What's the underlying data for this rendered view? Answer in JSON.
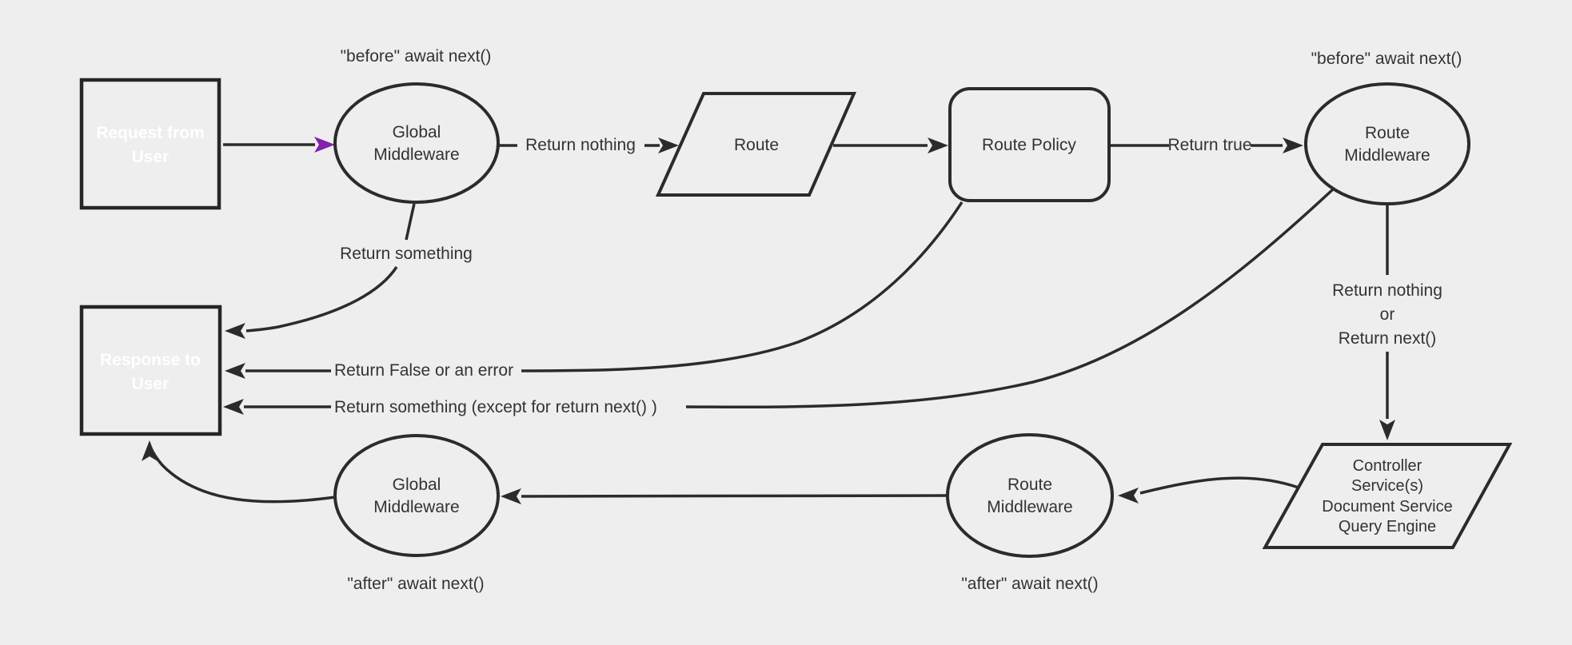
{
  "canvas": {
    "background": "#efeeee",
    "line_color": "#2b2b2b",
    "label_color": "#333333",
    "terminal_fill": "#7c2297",
    "terminal_border": "#262626",
    "terminal_text_color": "#ffffff",
    "request_arrow_color": "#8322ab"
  },
  "nodes": {
    "request": {
      "shape": "rectangle",
      "lines": [
        "Request from",
        "User"
      ]
    },
    "response": {
      "shape": "rectangle",
      "lines": [
        "Response to",
        "User"
      ]
    },
    "global_middleware_top": {
      "shape": "ellipse",
      "lines": [
        "Global",
        "Middleware"
      ]
    },
    "route": {
      "shape": "parallelogram",
      "label": "Route"
    },
    "route_policy": {
      "shape": "rounded-rectangle",
      "label": "Route Policy"
    },
    "route_middleware_top": {
      "shape": "ellipse",
      "lines": [
        "Route",
        "Middleware"
      ]
    },
    "controller": {
      "shape": "parallelogram",
      "lines": [
        "Controller",
        "Service(s)",
        "Document Service",
        "Query Engine"
      ]
    },
    "route_middleware_bottom": {
      "shape": "ellipse",
      "lines": [
        "Route",
        "Middleware"
      ]
    },
    "global_middleware_bottom": {
      "shape": "ellipse",
      "lines": [
        "Global",
        "Middleware"
      ]
    }
  },
  "edge_labels": {
    "before_await_next_left": "\"before\" await next()",
    "before_await_next_right": "\"before\" await next()",
    "after_await_next_left": "\"after\" await next()",
    "after_await_next_right": "\"after\" await next()",
    "return_nothing": "Return nothing",
    "return_true": "Return true",
    "return_something": "Return something",
    "return_false_or_error": "Return False or an error",
    "return_something_except": "Return something (except for return next() )",
    "return_nothing_or_next": [
      "Return nothing",
      "or",
      "Return next()"
    ]
  }
}
